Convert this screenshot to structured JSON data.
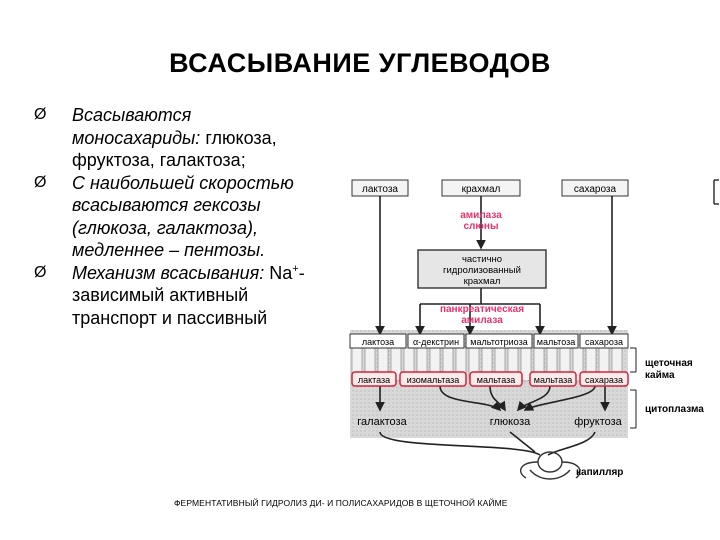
{
  "title": "ВСАСЫВАНИЕ УГЛЕВОДОВ",
  "bullets": [
    {
      "marker": "Ø",
      "italic": "Всасываются моносахариды:",
      "normal": " глюкоза, фруктоза, галактоза;"
    },
    {
      "marker": "Ø",
      "italic": "С наибольшей скоростью всасываются гексозы (глюкоза, галактоза), медленнее – пентозы.",
      "normal": ""
    },
    {
      "marker": "Ø",
      "italic": "Механизм всасывания:",
      "normal_before_sup": " Na",
      "sup": "+",
      "normal": "-зависимый активный транспорт и пассивный"
    }
  ],
  "diagram": {
    "top_boxes": [
      "лактоза",
      "крахмал",
      "сахароза"
    ],
    "amylase_saliva": [
      "амилаза",
      "слюны"
    ],
    "partial_starch": [
      "частично",
      "гидролизованный",
      "крахмал"
    ],
    "pancreatic_amylase": [
      "панкреатическая",
      "амилаза"
    ],
    "substrates": [
      "лактоза",
      "α-декстрин",
      "мальтотриоза",
      "мальтоза",
      "сахароза"
    ],
    "enzymes": [
      "лактаза",
      "изомальтаза",
      "мальтаза",
      "мальтаза",
      "сахараза"
    ],
    "products": [
      "галактоза",
      "глюкоза",
      "фруктоза"
    ],
    "side_labels": [
      "щеточная",
      "кайма",
      "цитоплазма"
    ],
    "capillary": "капилляр"
  },
  "caption": "ФЕРМЕНТАТИВНЫЙ ГИДРОЛИЗ ДИ- И ПОЛИСАХАРИДОВ В ЩЕТОЧНОЙ КАЙМЕ",
  "colors": {
    "amylase": "#e8326e",
    "enzyme_box": "#d0253a",
    "box_dark": "#555555",
    "box_light": "#e0e0e0"
  }
}
